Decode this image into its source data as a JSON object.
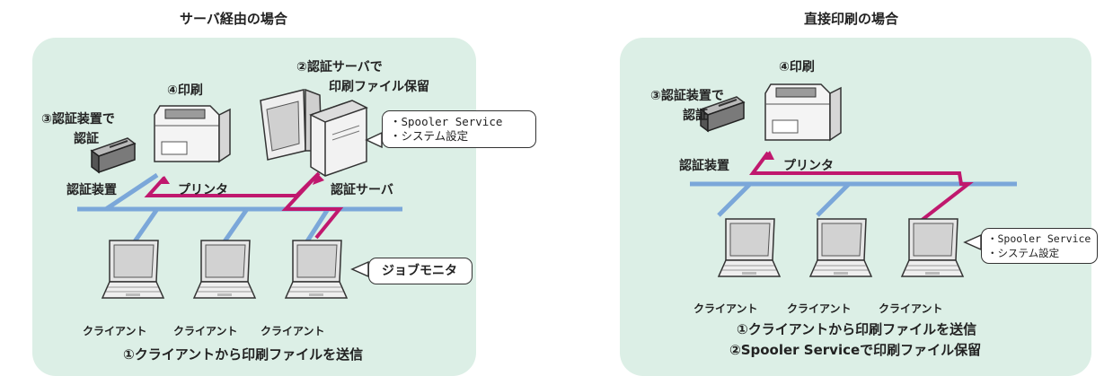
{
  "left": {
    "title": "サーバ経由の場合",
    "step2_line1": "②認証サーバで",
    "step2_line2": "印刷ファイル保留",
    "step4": "④印刷",
    "step3_line1": "③認証装置で",
    "step3_line2": "認証",
    "auth_device": "認証装置",
    "printer": "プリンタ",
    "auth_server": "認証サーバ",
    "bubble_line1": "・Spooler Service",
    "bubble_line2": "・システム設定",
    "job_monitor": "ジョブモニタ",
    "clients": [
      "クライアント",
      "クライアント",
      "クライアント"
    ],
    "step1": "①クライアントから印刷ファイルを送信"
  },
  "right": {
    "title": "直接印刷の場合",
    "step4": "④印刷",
    "step3_line1": "③認証装置で",
    "step3_line2": "認証",
    "auth_device": "認証装置",
    "printer": "プリンタ",
    "bubble_line1": "・Spooler Service",
    "bubble_line2": "・システム設定",
    "clients": [
      "クライアント",
      "クライアント",
      "クライアント"
    ],
    "step1": "①クライアントから印刷ファイルを送信",
    "step2": "②Spooler Serviceで印刷ファイル保留"
  },
  "colors": {
    "panel": "#dcefe6",
    "network": "#7ba7d9",
    "print_path": "#c0186e"
  }
}
